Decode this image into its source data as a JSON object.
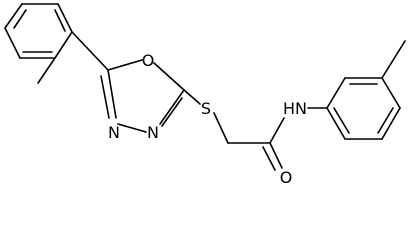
{
  "molecule": {
    "atoms": {
      "oxygen_ring": "O",
      "nitrogen_left": "N",
      "nitrogen_right": "N",
      "sulfur": "S",
      "amide_nh": "HN",
      "carbonyl_oxygen": "O"
    }
  }
}
